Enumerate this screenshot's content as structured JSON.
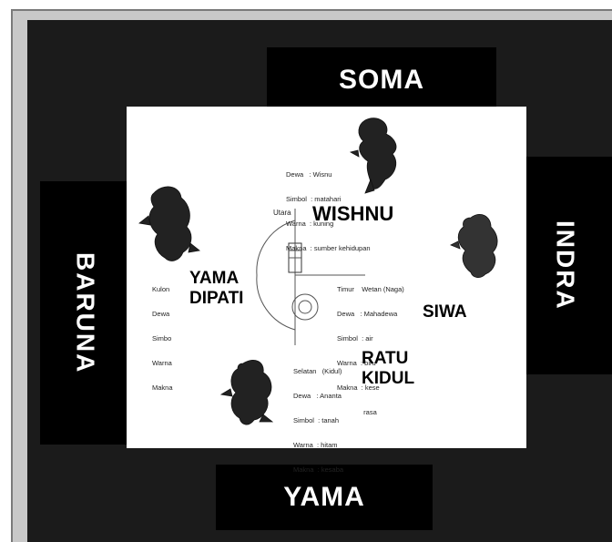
{
  "directions": {
    "north": "SOMA",
    "south": "YAMA",
    "west": "BARUNA",
    "east": "INDRA"
  },
  "sheet": {
    "utara": "Utara",
    "north_god": "WISHNU",
    "west_god": [
      "YAMA",
      "DIPATI"
    ],
    "east_god": "SIWA",
    "south_god": [
      "RATU",
      "KIDUL"
    ],
    "north_info": [
      "Dewa   : Wisnu",
      "Simbol  : matahari",
      "Warna  : kuning",
      "Makna  : sumber kehidupan"
    ],
    "west_info": [
      "Kulon",
      "Dewa",
      "Simbo",
      "Warna",
      "Makna"
    ],
    "east_info": [
      "Timur    Wetan (Naga)",
      "Dewa   : Mahadewa",
      "Simbol  : air",
      "Warna  : biru",
      "Makna  : kese",
      "              rasa"
    ],
    "south_info": [
      "Selatan   (Kidul)",
      "Dewa   : Ananta",
      "Simbol  : tanah",
      "Warna  : hitam",
      "Makna  : kesaba"
    ]
  },
  "colors": {
    "board": "#1b1b1b",
    "label_box": "#000000",
    "label_text": "#ffffff",
    "sheet": "#ffffff"
  },
  "icons": [
    "wayang-figure-north",
    "wayang-figure-west",
    "wayang-figure-east",
    "wayang-figure-south",
    "compass-cross"
  ]
}
